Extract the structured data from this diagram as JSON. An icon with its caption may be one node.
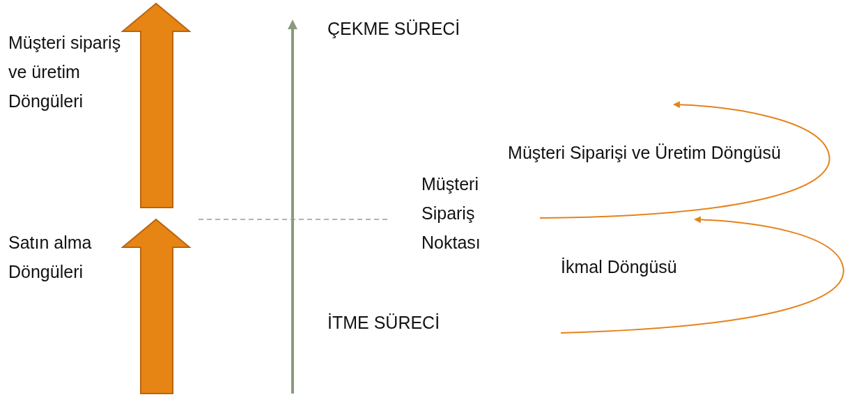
{
  "diagram": {
    "labels": [
      "Müşteri sipariş ve üretim Döngüleri",
      "ÇEKME SÜRECİ",
      "Müşteri Siparişi ve Üretim Döngüsü",
      "Müşteri Sipariş Noktası",
      "Satın alma Döngüleri",
      "İkmal Döngüsü",
      "İTME SÜRECİ"
    ]
  }
}
